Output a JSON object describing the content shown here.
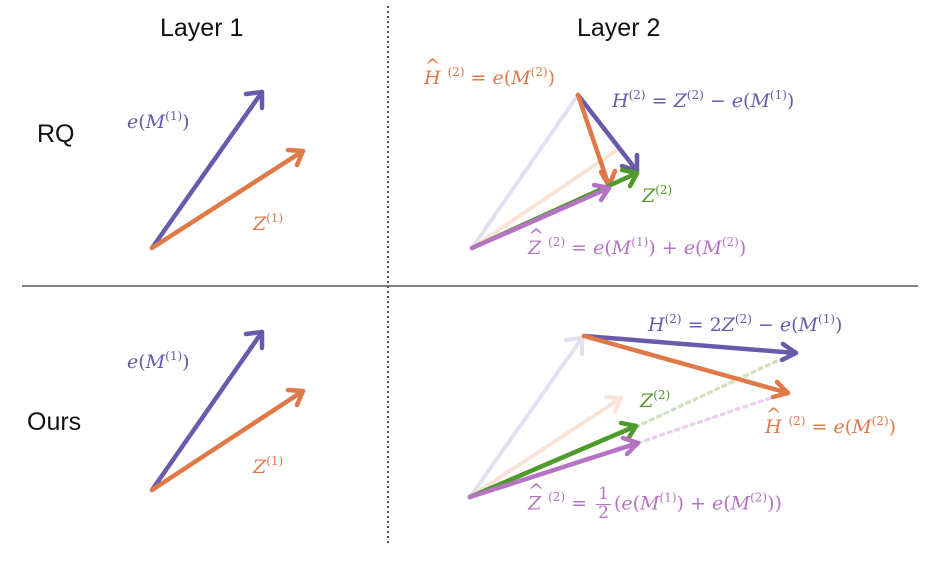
{
  "columns": {
    "layer1": "Layer 1",
    "layer2": "Layer 2"
  },
  "rows": {
    "rq": "RQ",
    "ours": "Ours"
  },
  "symbols": {
    "e": "e",
    "M": "M",
    "Z": "Z",
    "H": "H",
    "sup1": "(1)",
    "sup2": "(2)",
    "half_num": "1",
    "half_den": "2"
  },
  "colors": {
    "purple": "#6a5aac",
    "orange": "#df7a48",
    "green": "#4e9a2a",
    "pink": "#b573c4",
    "faint_purple": "#e3e0f0",
    "faint_orange": "#f9e3d6",
    "faint_green": "#cfe3c2",
    "faint_pink": "#ead2ef",
    "divider": "#555555"
  }
}
